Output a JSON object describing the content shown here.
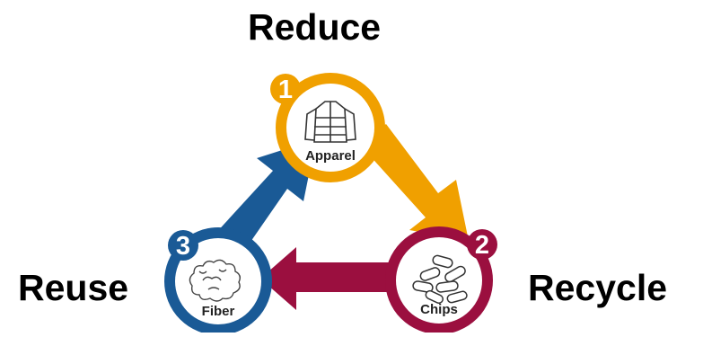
{
  "labels": {
    "reduce": "Reduce",
    "reuse": "Reuse",
    "recycle": "Recycle"
  },
  "nodes": {
    "apparel": {
      "number": "1",
      "label": "Apparel",
      "icon": "jacket-icon",
      "color": "#f0a000"
    },
    "chips": {
      "number": "2",
      "label": "Chips",
      "icon": "chips-icon",
      "color": "#9b0f3f"
    },
    "fiber": {
      "number": "3",
      "label": "Fiber",
      "icon": "fiber-icon",
      "color": "#1a5a96"
    }
  },
  "arrows": {
    "apparel_to_chips": "#f0a000",
    "chips_to_fiber": "#9b0f3f",
    "fiber_to_apparel": "#1a5a96"
  }
}
